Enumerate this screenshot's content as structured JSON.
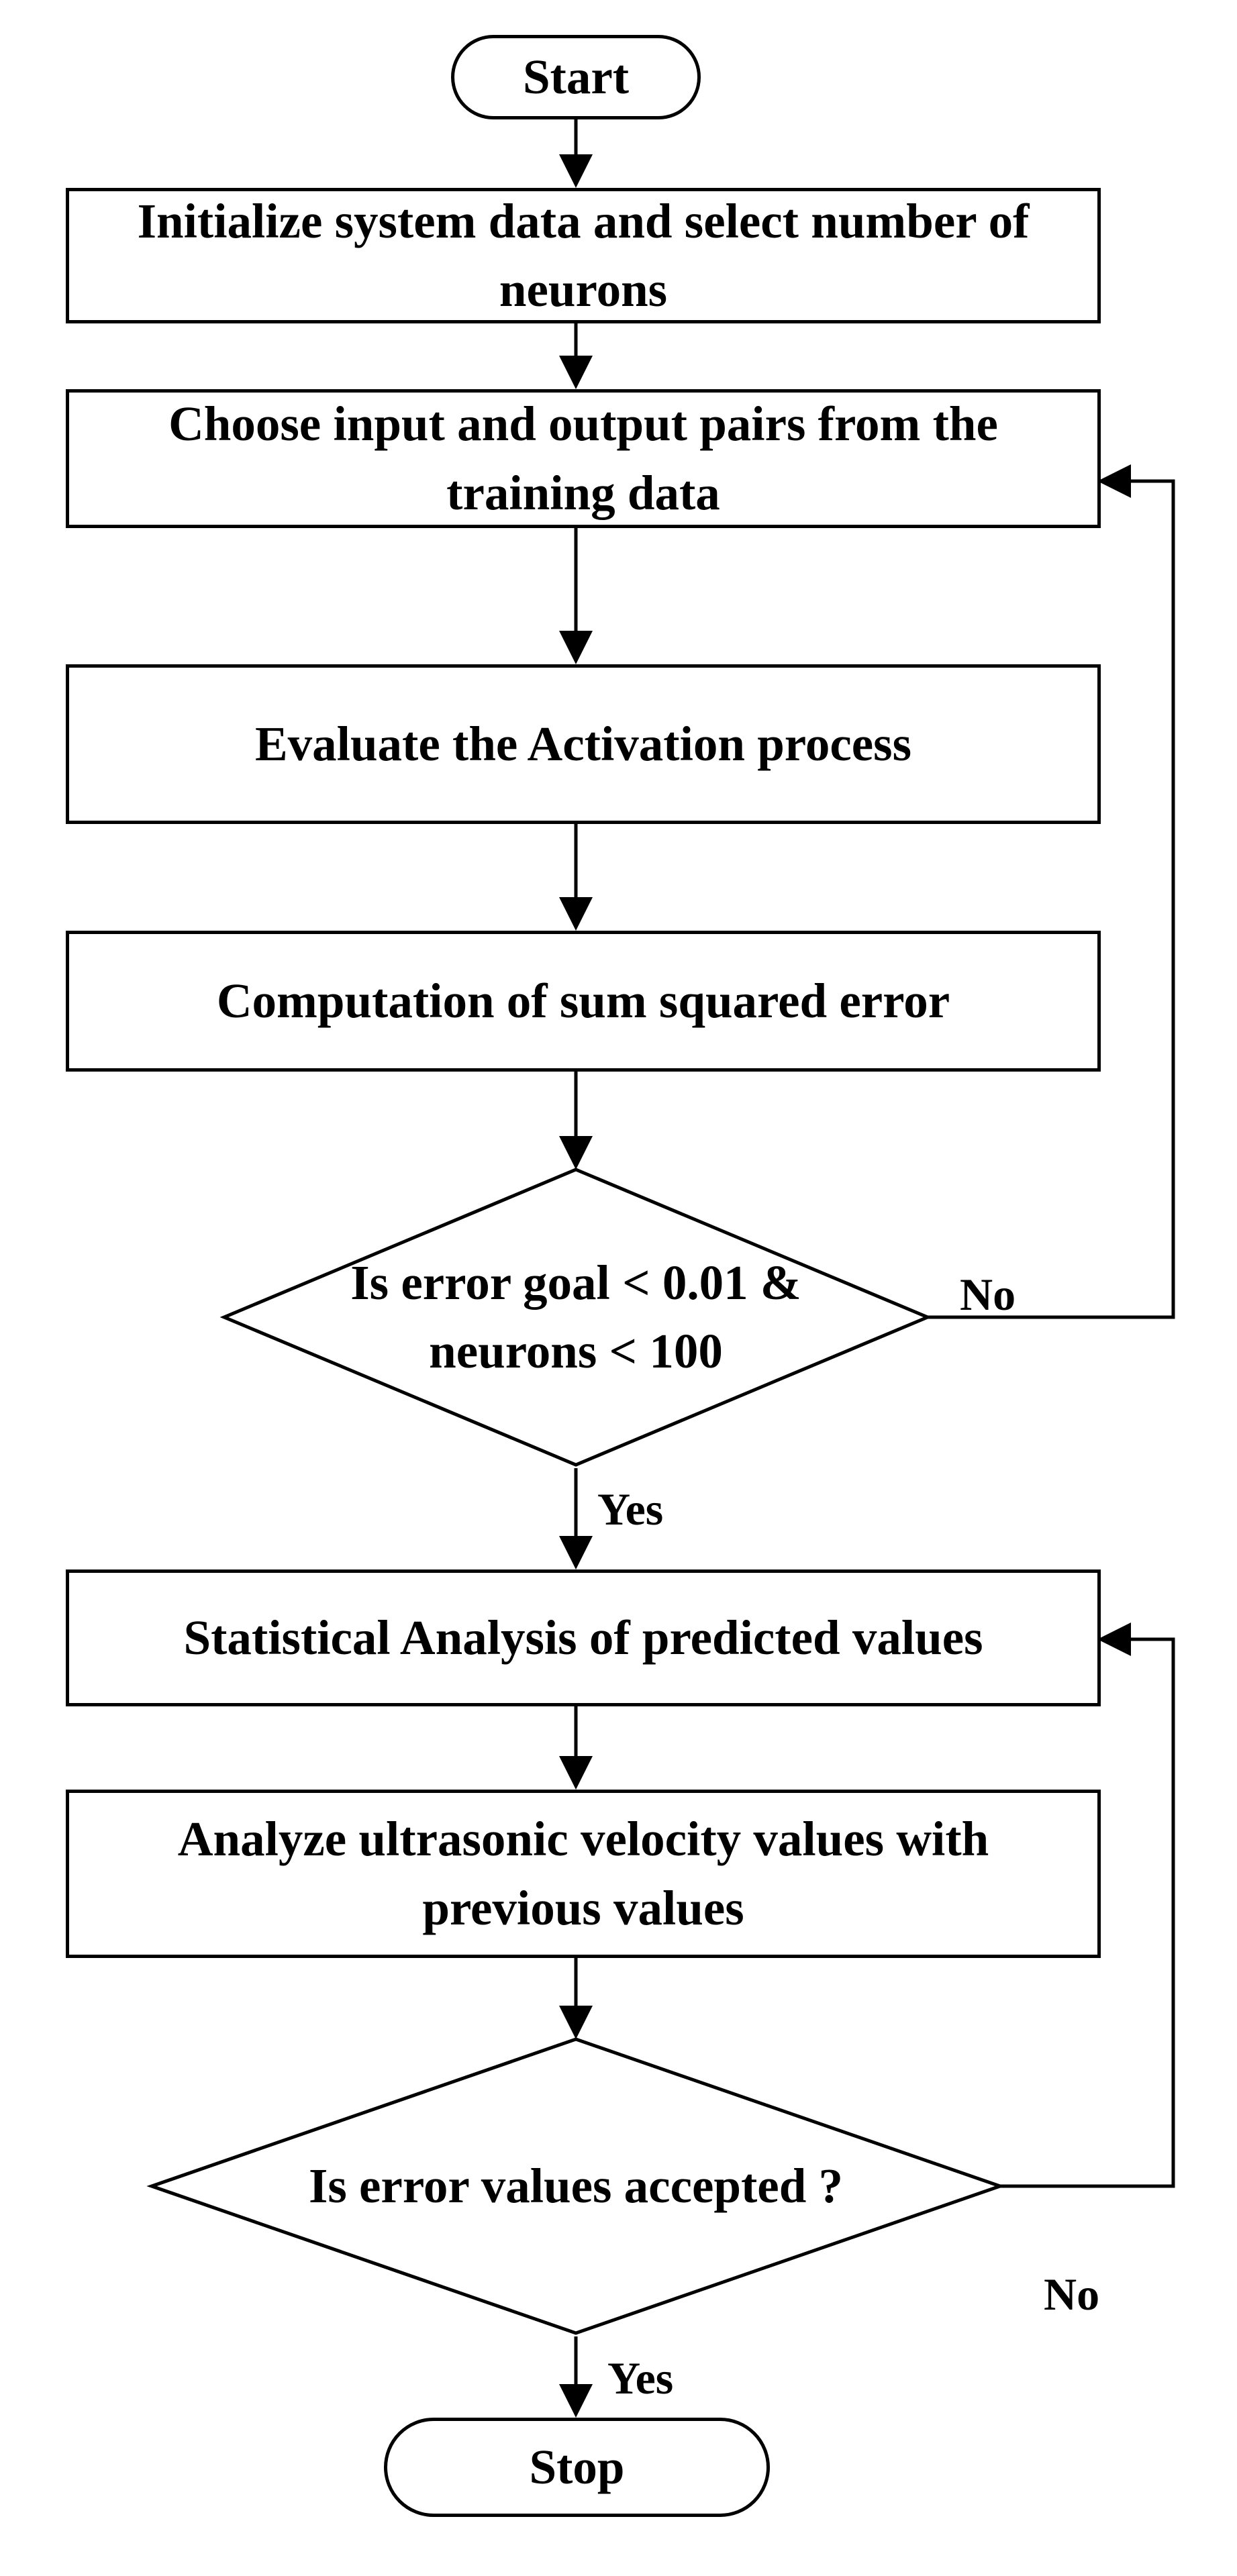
{
  "flowchart": {
    "start": "Start",
    "step_initialize": "Initialize system data and select number of neurons",
    "step_choose_pairs": "Choose input and output pairs from the training data",
    "step_activation": "Evaluate the Activation process",
    "step_sse": "Computation of sum squared error",
    "decision_error_goal": "Is error goal < 0.01 & neurons < 100",
    "decision_error_goal_no": "No",
    "decision_error_goal_yes": "Yes",
    "step_statistical": "Statistical Analysis of predicted values",
    "step_analyze_velocity": "Analyze ultrasonic velocity values with previous values",
    "decision_accepted": "Is error values accepted ?",
    "decision_accepted_no": "No",
    "decision_accepted_yes": "Yes",
    "stop": "Stop"
  }
}
